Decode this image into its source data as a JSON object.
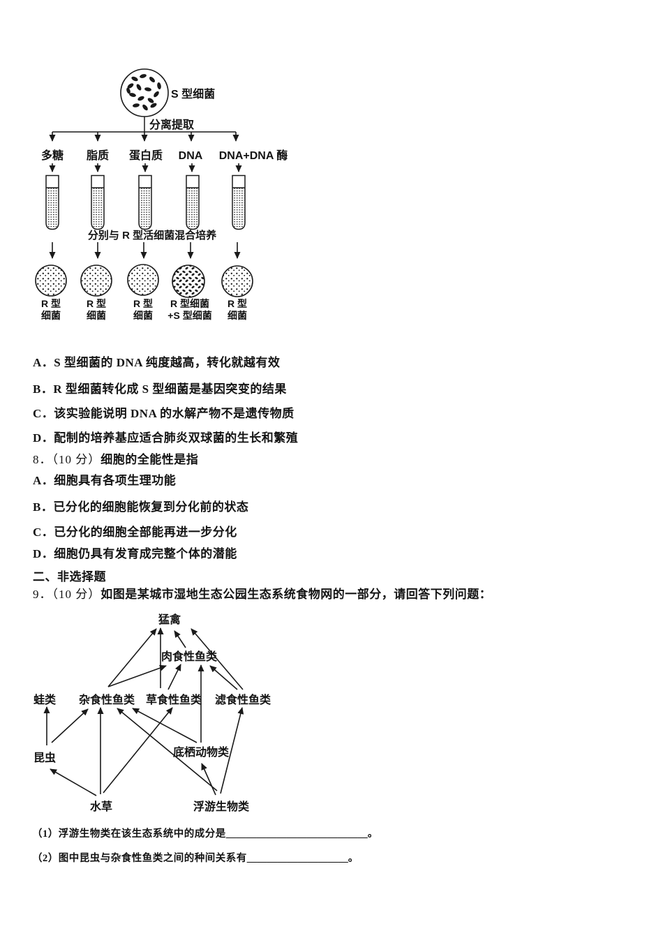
{
  "q7": {
    "diagram": {
      "source_label": "S 型细菌",
      "step1_label": "分离提取",
      "substances": [
        "多糖",
        "脂质",
        "蛋白质",
        "DNA",
        "DNA+DNA 酶"
      ],
      "step2_label": "分别与 R 型活细菌混合培养",
      "results": [
        {
          "line1": "R 型",
          "line2": "细菌"
        },
        {
          "line1": "R 型",
          "line2": "细菌"
        },
        {
          "line1": "R 型",
          "line2": "细菌"
        },
        {
          "line1": "R 型细菌",
          "line2": "+S 型细菌"
        },
        {
          "line1": "R 型",
          "line2": "细菌"
        }
      ]
    },
    "options": [
      "A．S 型细菌的 DNA 纯度越高，转化就越有效",
      "B．R 型细菌转化成 S 型细菌是基因突变的结果",
      "C．该实验能说明 DNA 的水解产物不是遗传物质",
      "D．配制的培养基应适合肺炎双球菌的生长和繁殖"
    ]
  },
  "q8": {
    "number": "8．（10 分）",
    "stem": "细胞的全能性是指",
    "options": [
      "A．细胞具有各项生理功能",
      "B．已分化的细胞能恢复到分化前的状态",
      "C．已分化的细胞全部能再进一步分化",
      "D．细胞仍具有发育成完整个体的潜能"
    ]
  },
  "section": {
    "title": "二、非选择题"
  },
  "q9": {
    "number": "9．（10 分）",
    "stem": "如图是某城市湿地生态公园生态系统食物网的一部分，请回答下列问题：",
    "food_web": {
      "nodes": {
        "raptor": "猛禽",
        "carnivorous_fish": "肉食性鱼类",
        "frogs": "蛙类",
        "omnivorous_fish": "杂食性鱼类",
        "herbivorous_fish": "草食性鱼类",
        "filter_fish": "滤食性鱼类",
        "insects": "昆虫",
        "benthic_animals": "底栖动物类",
        "water_plants": "水草",
        "plankton": "浮游生物类"
      },
      "edges": [
        [
          "杂食性鱼类",
          "猛禽"
        ],
        [
          "草食性鱼类",
          "猛禽"
        ],
        [
          "肉食性鱼类",
          "猛禽"
        ],
        [
          "滤食性鱼类",
          "猛禽"
        ],
        [
          "杂食性鱼类",
          "肉食性鱼类"
        ],
        [
          "草食性鱼类",
          "肉食性鱼类"
        ],
        [
          "底栖动物类",
          "肉食性鱼类"
        ],
        [
          "滤食性鱼类",
          "肉食性鱼类"
        ],
        [
          "昆虫",
          "蛙类"
        ],
        [
          "昆虫",
          "杂食性鱼类"
        ],
        [
          "水草",
          "杂食性鱼类"
        ],
        [
          "浮游生物类",
          "杂食性鱼类"
        ],
        [
          "底栖动物类",
          "杂食性鱼类"
        ],
        [
          "水草",
          "草食性鱼类"
        ],
        [
          "水草",
          "昆虫"
        ],
        [
          "浮游生物类",
          "滤食性鱼类"
        ],
        [
          "浮游生物类",
          "底栖动物类"
        ]
      ]
    },
    "sub_questions": [
      {
        "label": "（1）浮游生物类在该生态系统中的成分是",
        "blank": "____________________________",
        "period": "。"
      },
      {
        "label": "（2）图中昆虫与杂食性鱼类之间的种间关系有",
        "blank": "____________________",
        "period": "。"
      }
    ]
  },
  "colors": {
    "text": "#141414",
    "background": "#ffffff"
  }
}
